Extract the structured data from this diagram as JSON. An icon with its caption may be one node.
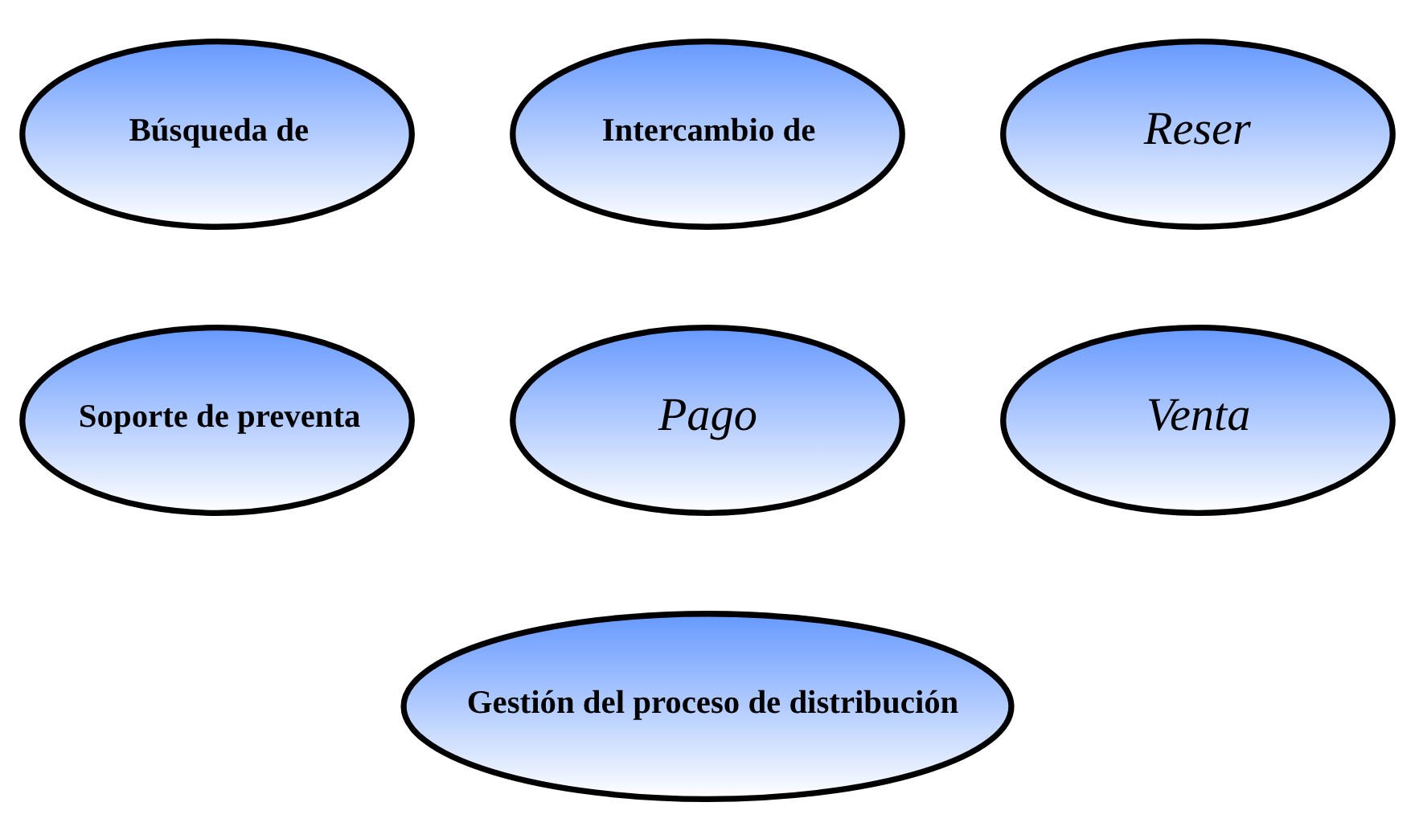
{
  "diagram": {
    "nodes": [
      {
        "text": [
          "Búsqueda de"
        ]
      },
      {
        "text": [
          "Intercambio de"
        ]
      },
      {
        "text": [
          "Reser"
        ]
      },
      {
        "text": [
          "Soporte de preventa"
        ]
      },
      {
        "text": [
          "Pago"
        ]
      },
      {
        "text": [
          "Venta"
        ]
      },
      {
        "text": [
          "Gestión del proceso de distribución"
        ]
      }
    ]
  }
}
